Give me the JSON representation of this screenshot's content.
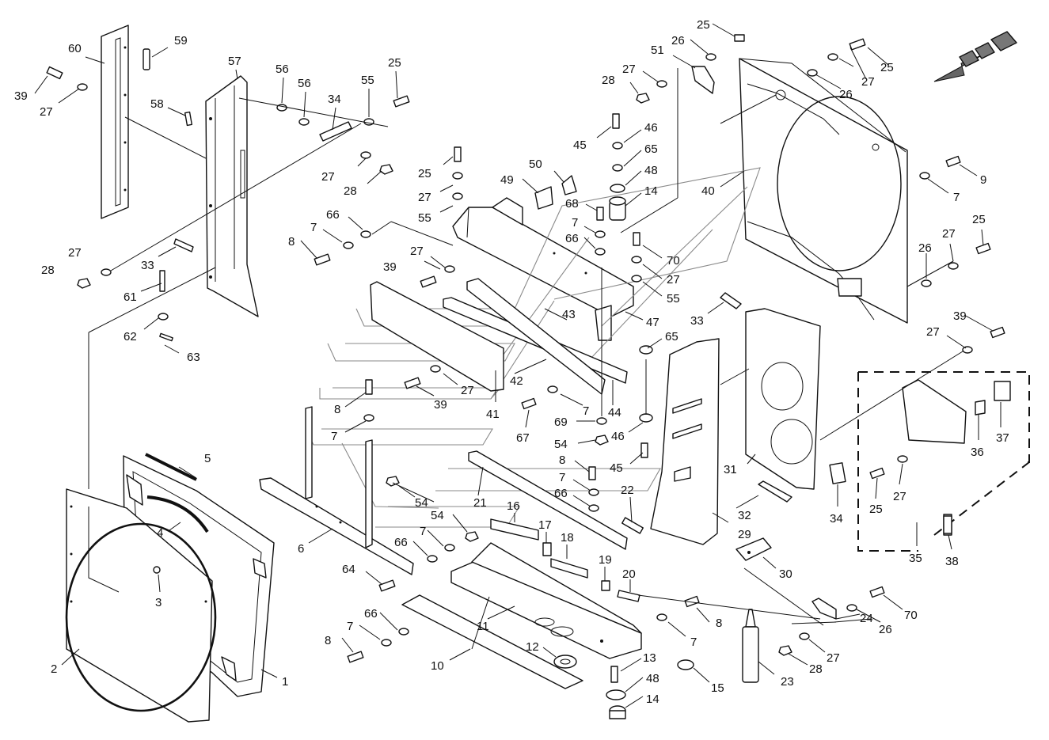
{
  "callouts": [
    {
      "id": "c60a",
      "text": "60"
    },
    {
      "id": "c59",
      "text": "59"
    },
    {
      "id": "c39a",
      "text": "39"
    },
    {
      "id": "c27a",
      "text": "27"
    },
    {
      "id": "c58",
      "text": "58"
    },
    {
      "id": "c57",
      "text": "57"
    },
    {
      "id": "c56a",
      "text": "56"
    },
    {
      "id": "c56b",
      "text": "56"
    },
    {
      "id": "c34a",
      "text": "34"
    },
    {
      "id": "c55a",
      "text": "55"
    },
    {
      "id": "c25a",
      "text": "25"
    },
    {
      "id": "c27b",
      "text": "27"
    },
    {
      "id": "c28a",
      "text": "28"
    },
    {
      "id": "c25b",
      "text": "25"
    },
    {
      "id": "c27c",
      "text": "27"
    },
    {
      "id": "c55b",
      "text": "55"
    },
    {
      "id": "c49",
      "text": "49"
    },
    {
      "id": "c50",
      "text": "50"
    },
    {
      "id": "c66a",
      "text": "66"
    },
    {
      "id": "c7a",
      "text": "7"
    },
    {
      "id": "c8a",
      "text": "8"
    },
    {
      "id": "c27d",
      "text": "27"
    },
    {
      "id": "c28b",
      "text": "28"
    },
    {
      "id": "c33a",
      "text": "33"
    },
    {
      "id": "c61",
      "text": "61"
    },
    {
      "id": "c62",
      "text": "62"
    },
    {
      "id": "c63",
      "text": "63"
    },
    {
      "id": "c39b",
      "text": "39"
    },
    {
      "id": "c27e",
      "text": "27"
    },
    {
      "id": "c25c",
      "text": "25"
    },
    {
      "id": "c26a",
      "text": "26"
    },
    {
      "id": "c51",
      "text": "51"
    },
    {
      "id": "c27f",
      "text": "27"
    },
    {
      "id": "c28c",
      "text": "28"
    },
    {
      "id": "c45a",
      "text": "45"
    },
    {
      "id": "c46a",
      "text": "46"
    },
    {
      "id": "c65a",
      "text": "65"
    },
    {
      "id": "c48a",
      "text": "48"
    },
    {
      "id": "c14a",
      "text": "14"
    },
    {
      "id": "c68",
      "text": "68"
    },
    {
      "id": "c7b",
      "text": "7"
    },
    {
      "id": "c66b",
      "text": "66"
    },
    {
      "id": "c70a",
      "text": "70"
    },
    {
      "id": "c27g",
      "text": "27"
    },
    {
      "id": "c55c",
      "text": "55"
    },
    {
      "id": "c47",
      "text": "47"
    },
    {
      "id": "c43",
      "text": "43"
    },
    {
      "id": "c25d",
      "text": "25"
    },
    {
      "id": "c26b",
      "text": "26"
    },
    {
      "id": "c27h",
      "text": "27"
    },
    {
      "id": "c9",
      "text": "9"
    },
    {
      "id": "c7c",
      "text": "7"
    },
    {
      "id": "c40",
      "text": "40"
    },
    {
      "id": "c25e",
      "text": "25"
    },
    {
      "id": "c27i",
      "text": "27"
    },
    {
      "id": "c26c",
      "text": "26"
    },
    {
      "id": "c33b",
      "text": "33"
    },
    {
      "id": "c65b",
      "text": "65"
    },
    {
      "id": "c39c",
      "text": "39"
    },
    {
      "id": "c27j",
      "text": "27"
    },
    {
      "id": "c42",
      "text": "42"
    },
    {
      "id": "c27k",
      "text": "27"
    },
    {
      "id": "c39d",
      "text": "39"
    },
    {
      "id": "c41",
      "text": "41"
    },
    {
      "id": "c8b",
      "text": "8"
    },
    {
      "id": "c7d",
      "text": "7"
    },
    {
      "id": "c7e",
      "text": "7"
    },
    {
      "id": "c44",
      "text": "44"
    },
    {
      "id": "c67",
      "text": "67"
    },
    {
      "id": "c69",
      "text": "69"
    },
    {
      "id": "c46b",
      "text": "46"
    },
    {
      "id": "c54a",
      "text": "54"
    },
    {
      "id": "c45b",
      "text": "45"
    },
    {
      "id": "c5",
      "text": "5"
    },
    {
      "id": "c4",
      "text": "4"
    },
    {
      "id": "c3",
      "text": "3"
    },
    {
      "id": "c2",
      "text": "2"
    },
    {
      "id": "c1",
      "text": "1"
    },
    {
      "id": "c6",
      "text": "6"
    },
    {
      "id": "c54b",
      "text": "54"
    },
    {
      "id": "c54c",
      "text": "54"
    },
    {
      "id": "c21",
      "text": "21"
    },
    {
      "id": "c16",
      "text": "16"
    },
    {
      "id": "c8c",
      "text": "8"
    },
    {
      "id": "c7f",
      "text": "7"
    },
    {
      "id": "c66c",
      "text": "66"
    },
    {
      "id": "c22",
      "text": "22"
    },
    {
      "id": "c7g",
      "text": "7"
    },
    {
      "id": "c66d",
      "text": "66"
    },
    {
      "id": "c17",
      "text": "17"
    },
    {
      "id": "c18",
      "text": "18"
    },
    {
      "id": "c64",
      "text": "64"
    },
    {
      "id": "c19",
      "text": "19"
    },
    {
      "id": "c20",
      "text": "20"
    },
    {
      "id": "c7h",
      "text": "7"
    },
    {
      "id": "c66e",
      "text": "66"
    },
    {
      "id": "c8d",
      "text": "8"
    },
    {
      "id": "c11",
      "text": "11"
    },
    {
      "id": "c10",
      "text": "10"
    },
    {
      "id": "c12",
      "text": "12"
    },
    {
      "id": "c13",
      "text": "13"
    },
    {
      "id": "c48b",
      "text": "48"
    },
    {
      "id": "c14b",
      "text": "14"
    },
    {
      "id": "c15",
      "text": "15"
    },
    {
      "id": "c8e",
      "text": "8"
    },
    {
      "id": "c7i",
      "text": "7"
    },
    {
      "id": "c23",
      "text": "23"
    },
    {
      "id": "c28d",
      "text": "28"
    },
    {
      "id": "c27l",
      "text": "27"
    },
    {
      "id": "c24",
      "text": "24"
    },
    {
      "id": "c26d",
      "text": "26"
    },
    {
      "id": "c70b",
      "text": "70"
    },
    {
      "id": "c31",
      "text": "31"
    },
    {
      "id": "c29",
      "text": "29"
    },
    {
      "id": "c32",
      "text": "32"
    },
    {
      "id": "c30",
      "text": "30"
    },
    {
      "id": "c34b",
      "text": "34"
    },
    {
      "id": "c25f",
      "text": "25"
    },
    {
      "id": "c27m",
      "text": "27"
    },
    {
      "id": "c36",
      "text": "36"
    },
    {
      "id": "c37",
      "text": "37"
    },
    {
      "id": "c35",
      "text": "35"
    },
    {
      "id": "c38",
      "text": "38"
    }
  ]
}
